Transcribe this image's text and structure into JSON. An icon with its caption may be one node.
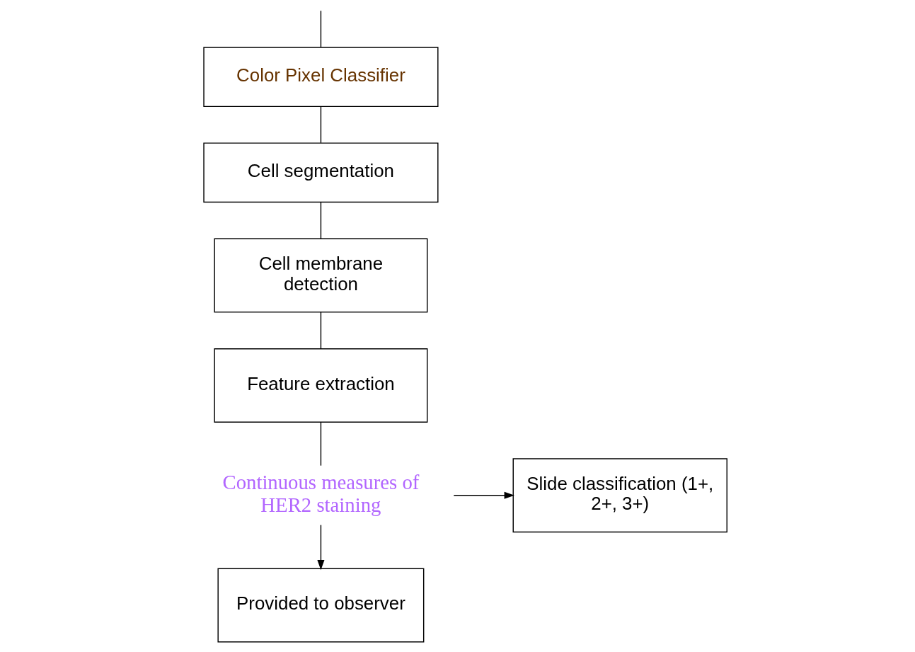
{
  "diagram": {
    "nodes": [
      {
        "text": [
          "Color Pixel Classifier"
        ]
      },
      {
        "text": [
          "Cell segmentation"
        ]
      },
      {
        "text": [
          "Cell membrane detection"
        ]
      },
      {
        "text": [
          "Feature extraction"
        ]
      },
      {
        "text": [
          "Continuous measures of HER2 staining"
        ]
      },
      {
        "text": [
          "Provided to observer"
        ]
      },
      {
        "text": [
          "Slide classification (1+, 2+, 3+)"
        ]
      }
    ],
    "edges": [
      {
        "from": null,
        "to": 0,
        "arrow": "none"
      },
      {
        "from": 0,
        "to": 1,
        "arrow": "none"
      },
      {
        "from": 1,
        "to": 2,
        "arrow": "none"
      },
      {
        "from": 2,
        "to": 3,
        "arrow": "none"
      },
      {
        "from": 3,
        "to": 4,
        "arrow": "none"
      },
      {
        "from": 4,
        "to": 5,
        "arrow": "to"
      },
      {
        "from": 4,
        "to": 6,
        "arrow": "to"
      }
    ]
  }
}
